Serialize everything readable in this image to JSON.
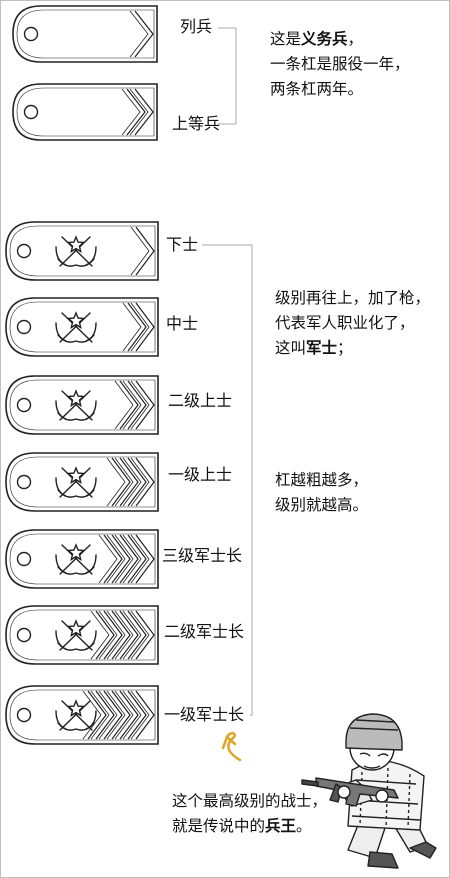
{
  "ranks": {
    "conscript": [
      {
        "label": "列兵",
        "stripes": 1,
        "emblem": false
      },
      {
        "label": "上等兵",
        "stripes": 2,
        "emblem": false
      }
    ],
    "nco": [
      {
        "label": "下士",
        "stripes": 1,
        "emblem": true
      },
      {
        "label": "中士",
        "stripes": 2,
        "emblem": true
      },
      {
        "label": "二级上士",
        "stripes": 3,
        "emblem": true
      },
      {
        "label": "一级上士",
        "stripes": 4,
        "emblem": true
      },
      {
        "label": "三级军士长",
        "stripes": 5,
        "emblem": true
      },
      {
        "label": "二级军士长",
        "stripes": 6,
        "emblem": true
      },
      {
        "label": "一级军士长",
        "stripes": 7,
        "emblem": true
      }
    ]
  },
  "notes": {
    "conscript": {
      "line1_pre": "这是",
      "line1_bold": "义务兵",
      "line1_post": "，",
      "line2": "一条杠是服役一年，",
      "line3": "两条杠两年。"
    },
    "sergeant": {
      "line1": "级别再往上，加了枪，",
      "line2": "代表军人职业化了，",
      "line3_pre": "这叫",
      "line3_bold": "军士",
      "line3_post": "；"
    },
    "stripes": {
      "line1": "杠越粗越多，",
      "line2": "级别就越高。"
    },
    "top": {
      "line1": "这个最高级别的战士，",
      "line2_pre": "就是传说中的",
      "line2_bold": "兵王",
      "line2_post": "。"
    }
  },
  "colors": {
    "ink": "#222222",
    "bracket": "#aaaaaa",
    "arrow": "#e0a326"
  },
  "illustration": "soldier-with-rifle"
}
